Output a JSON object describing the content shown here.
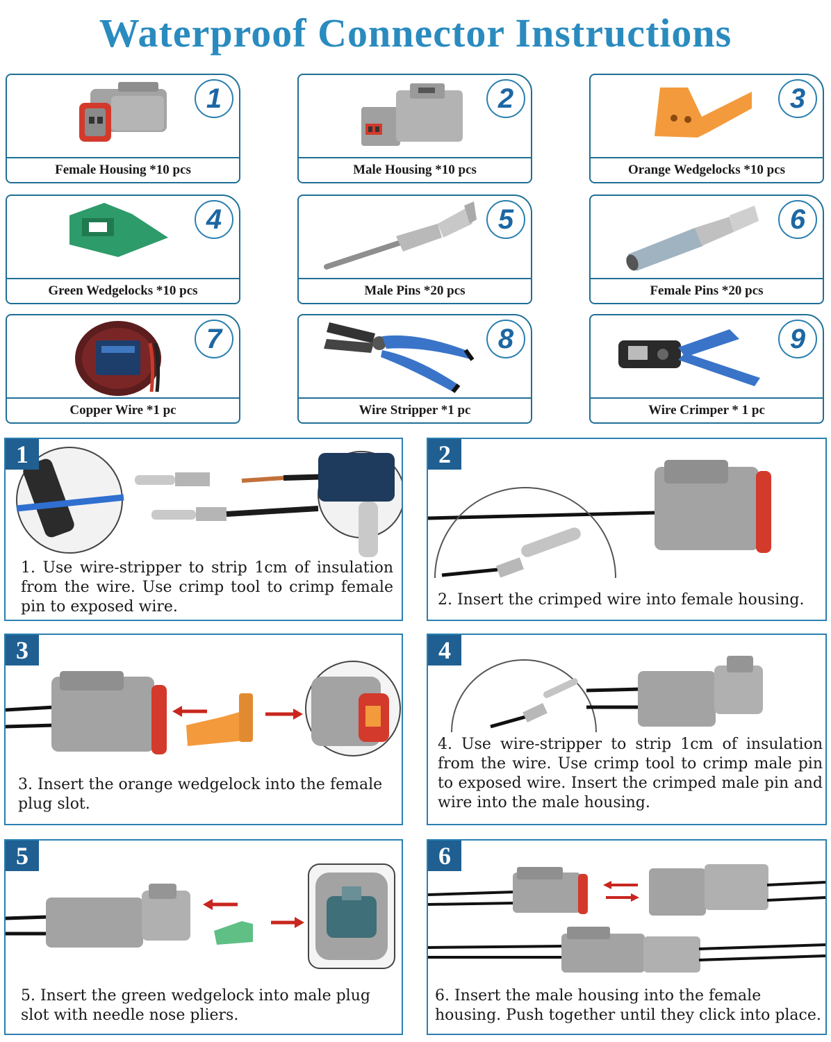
{
  "title": "Waterproof Connector Instructions",
  "parts": [
    {
      "num": "1",
      "label": "Female Housing *10 pcs",
      "icon": "female-housing-icon"
    },
    {
      "num": "2",
      "label": "Male Housing *10 pcs",
      "icon": "male-housing-icon"
    },
    {
      "num": "3",
      "label": "Orange Wedgelocks *10 pcs",
      "icon": "orange-wedgelock-icon"
    },
    {
      "num": "4",
      "label": "Green Wedgelocks *10 pcs",
      "icon": "green-wedgelock-icon"
    },
    {
      "num": "5",
      "label": "Male Pins *20 pcs",
      "icon": "male-pin-icon"
    },
    {
      "num": "6",
      "label": "Female Pins *20 pcs",
      "icon": "female-pin-icon"
    },
    {
      "num": "7",
      "label": "Copper Wire *1 pc",
      "icon": "wire-spool-icon"
    },
    {
      "num": "8",
      "label": "Wire Stripper *1 pc",
      "icon": "wire-stripper-icon"
    },
    {
      "num": "9",
      "label": "Wire Crimper  * 1 pc",
      "icon": "wire-crimper-icon"
    }
  ],
  "steps": [
    {
      "num": "1",
      "text": "1. Use wire-stripper to strip 1cm of insulation from the wire. Use crimp tool to crimp female pin to exposed wire."
    },
    {
      "num": "2",
      "text": "2. Insert the crimped wire into female housing."
    },
    {
      "num": "3",
      "text": "3. Insert the orange wedgelock into the female plug slot."
    },
    {
      "num": "4",
      "text": "4. Use wire-stripper to strip 1cm of insulation from the wire. Use crimp tool to crimp male pin to exposed wire. Insert the crimped male pin and wire into the male housing."
    },
    {
      "num": "5",
      "text": "5. Insert the green wedgelock into male plug slot with needle nose pliers."
    },
    {
      "num": "6",
      "text": "6. Insert the male housing into the female housing. Push together until they click into place."
    }
  ],
  "colors": {
    "title": "#2a8bbf",
    "frame": "#1f6f96",
    "badge": "#1f5f92",
    "housing": "#9a9a9a",
    "seal": "#d23a2e",
    "orange": "#f39a3c",
    "green": "#2e9b6a",
    "handle": "#3a74c9",
    "arrow": "#c8261e"
  }
}
